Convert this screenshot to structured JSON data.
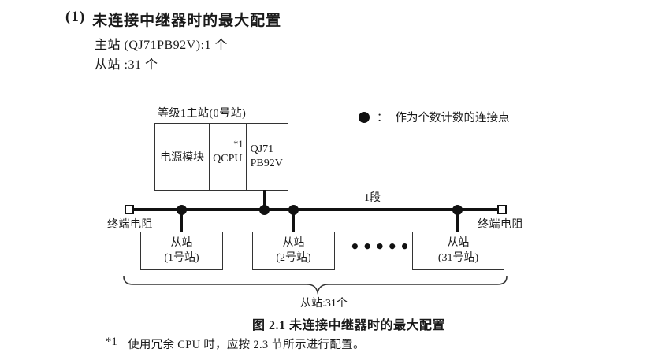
{
  "heading": {
    "number": "(1)",
    "title": "未连接中继器时的最大配置"
  },
  "intro": {
    "master_line": "主站 (QJ71PB92V):1 个",
    "slave_line": "从站 :31 个"
  },
  "legend": {
    "colon": "：",
    "text": "作为个数计数的连接点"
  },
  "diagram": {
    "master_label": "等级1主站(0号站)",
    "modules": {
      "power": "电源模块",
      "cpu": "QCPU",
      "cpu_ref": "*1",
      "pb_line1": "QJ71",
      "pb_line2": "PB92V"
    },
    "segment_label": "1段",
    "terminator_left": "终端电阻",
    "terminator_right": "终端电阻",
    "slaves": [
      {
        "line1": "从站",
        "line2": "(1号站)"
      },
      {
        "line1": "从站",
        "line2": "(2号站)"
      },
      {
        "line1": "从站",
        "line2": "(31号站)"
      }
    ],
    "ellipsis": "••••••",
    "brace_label": "从站:31个"
  },
  "caption": "图 2.1 未连接中继器时的最大配置",
  "footnote": {
    "marker": "*1",
    "text": "使用冗余 CPU 时，应按 2.3 节所示进行配置。"
  },
  "colors": {
    "ink": "#1a1a1a",
    "line": "#111111",
    "border": "#333333",
    "bg": "#ffffff"
  }
}
